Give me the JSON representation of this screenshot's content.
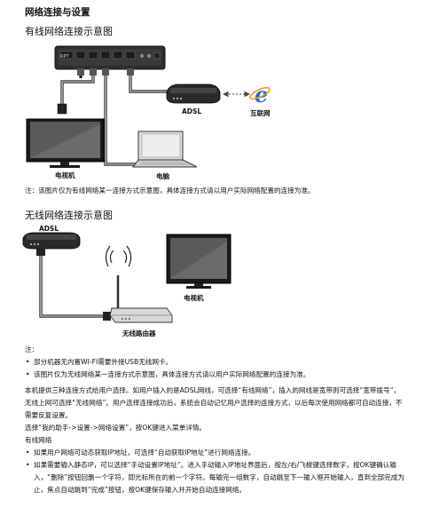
{
  "page": {
    "title": "网络连接与设置",
    "wired_heading": "有线网络连接示意图",
    "wireless_heading": "无线网络连接示意图"
  },
  "wired_diagram": {
    "router_label": "RPT",
    "adsl_label": "ADSL",
    "internet_label": "互联网",
    "tv_label": "电视机",
    "pc_label": "电脑",
    "note": "注：该图片仅为有线网络某一连接方式示意图，具体连接方式请以用户实际网络配置的连接为准。"
  },
  "wireless_diagram": {
    "adsl_label": "ADSL",
    "tv_label": "电视机",
    "router_label": "无线路由器"
  },
  "notes": {
    "header": "注：",
    "bullets": [
      "部分机器无内置WI-FI需要外接USB无线网卡。",
      "该图片仅为无线网络某一连接方式示意图，具体连接方式请以用户实际网络配置的连接为准。"
    ]
  },
  "body": {
    "para1": "本机提供三种连接方式给用户选择。如用户插入的是ADSL网线，可选择“有线网络”，插入的网线是宽带则可选择“宽带拨号”，无线上网可选择“无线网络”。用户选择连接成功后，系统会自动记忆用户选择的连接方式，以后每次使用网络都可自动连接，不需要反复设置。",
    "para2": "选择“我的助手->设置->网络设置”，按OK键进入菜单详情。",
    "wired_title": "有线网络",
    "bullets": [
      "如果用户网络可动态获取IP地址，可选择“自动获取IP地址”进行网络连接。",
      "如果需要输入静态IP，可以选择“手动设置IP地址”。进入手动输入IP地址界面后，按左/右/飞梭键选择数字，按OK键确认输入，“删除”按钮回删一个字符，即光标所在的前一个字符。每输完一组数字，自动跳至下一输入框开始输入，直到全部完成为止，焦点自动跳到“完成”按钮，按OK键保存输入并开始自动连接网络。"
    ]
  }
}
